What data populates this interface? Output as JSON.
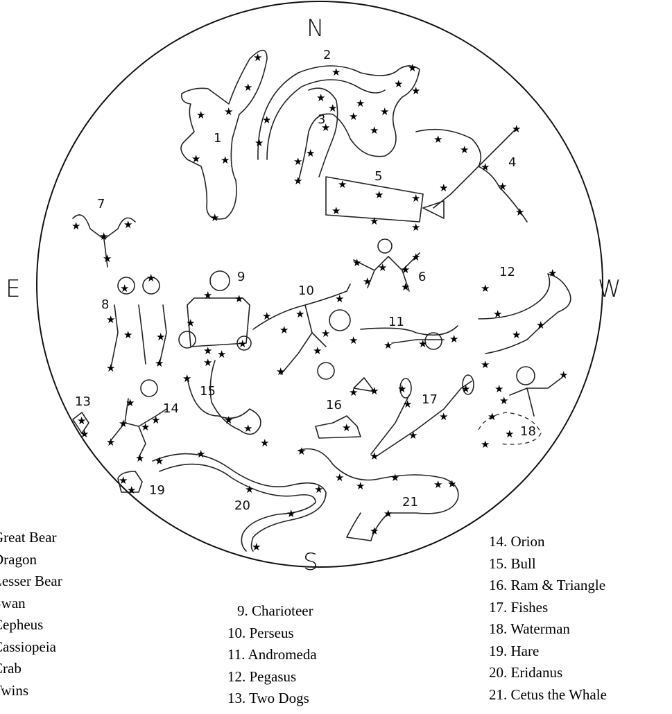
{
  "compass": {
    "north": "N",
    "south": "S",
    "east": "E",
    "west": "W"
  },
  "figure_numbers": [
    "1",
    "2",
    "3",
    "4",
    "5",
    "6",
    "7",
    "8",
    "9",
    "10",
    "11",
    "12",
    "13",
    "14",
    "15",
    "16",
    "17",
    "18",
    "19",
    "20",
    "21"
  ],
  "star_glyph": "★",
  "legend": {
    "col1": [
      "Great Bear",
      "Dragon",
      "Lesser Bear",
      "Swan",
      "Cepheus",
      "Cassiopeia",
      "Crab",
      "Twins"
    ],
    "col2": [
      "9. Charioteer",
      "10. Perseus",
      "11. Andromeda",
      "12. Pegasus",
      "13. Two Dogs"
    ],
    "col3": [
      "14. Orion",
      "15. Bull",
      "16. Ram & Triangle",
      "17. Fishes",
      "18. Waterman",
      "19. Hare",
      "20. Eridanus",
      "21. Cetus the Whale"
    ]
  }
}
